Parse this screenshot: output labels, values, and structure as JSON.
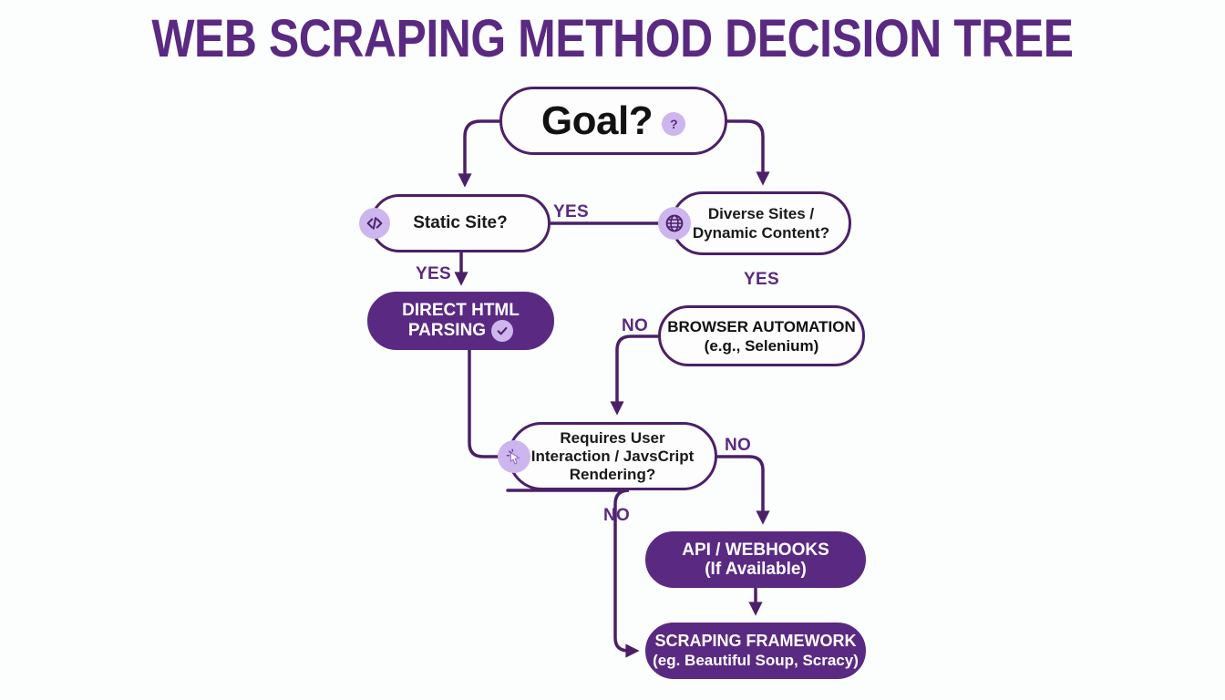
{
  "page": {
    "title": "WEB SCRAPING METHOD DECISION TREE",
    "background_color": "#fcfdfd",
    "accent_color": "#5a2a82",
    "stroke_color": "#4b2068",
    "badge_color": "#cdb6ee"
  },
  "nodes": {
    "goal": {
      "label": "Goal?",
      "icon": "question-badge-icon",
      "badge_text": "?",
      "style": "outline"
    },
    "static_site": {
      "label": "Static Site?",
      "icon": "code-icon",
      "style": "outline"
    },
    "diverse_sites": {
      "line1": "Diverse Sites /",
      "line2": "Dynamic Content?",
      "icon": "globe-icon",
      "style": "outline"
    },
    "direct_html": {
      "line1": "DIRECT HTML",
      "line2": "PARSING",
      "icon": "check-badge-icon",
      "style": "filled"
    },
    "browser_automation": {
      "line1": "BROWSER AUTOMATION",
      "line2": "(e.g., Selenium)",
      "style": "outline"
    },
    "requires_interaction": {
      "line1": "Requires User",
      "line2": "Interaction / JavsCript",
      "line3": "Rendering?",
      "icon": "cursor-click-icon",
      "style": "outline"
    },
    "api_webhooks": {
      "line1": "API / WEBHOOKS",
      "line2": "(If Available)",
      "style": "filled"
    },
    "scraping_framework": {
      "line1": "SCRAPING FRAMEWORK",
      "line2": "(eg. Beautiful Soup, Scracy)",
      "style": "filled"
    }
  },
  "edge_labels": {
    "static_to_diverse": "YES",
    "static_to_direct": "YES",
    "diverse_to_browser": "YES",
    "browser_to_requires": "NO",
    "requires_to_api": "NO",
    "requires_to_scraping": "NO"
  }
}
